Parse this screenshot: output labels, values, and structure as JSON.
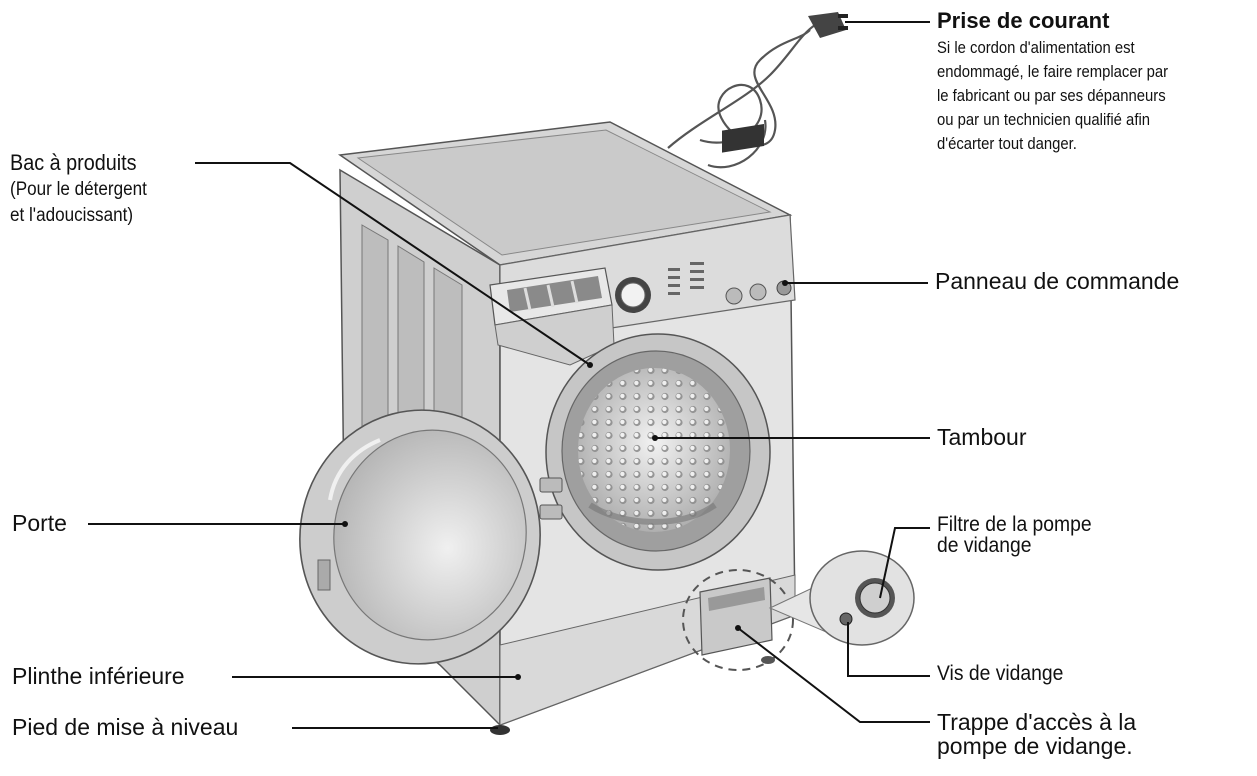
{
  "labels": {
    "prise": {
      "title": "Prise de courant",
      "desc": [
        "Si le cordon d'alimentation est",
        "endommagé, le faire remplacer par",
        "le fabricant ou par ses dépanneurs",
        "ou par un technicien qualifié afin",
        "d'écarter tout danger."
      ]
    },
    "bac": {
      "title": "Bac à produits",
      "sub": [
        "(Pour le détergent",
        "et l'adoucissant)"
      ]
    },
    "panneau": "Panneau de commande",
    "tambour": "Tambour",
    "porte": "Porte",
    "filtre": [
      "Filtre de la pompe",
      "de vidange"
    ],
    "vis": "Vis de vidange",
    "plinthe": "Plinthe inférieure",
    "pied": "Pied de mise à niveau",
    "trappe": [
      "Trappe d'accès à la",
      "pompe de vidange."
    ]
  },
  "colors": {
    "cabinet_front": "#e4e4e4",
    "cabinet_side": "#cfcfcf",
    "top": "#d6d6d6",
    "door": "#cdcdcd",
    "lines": "#111111"
  }
}
